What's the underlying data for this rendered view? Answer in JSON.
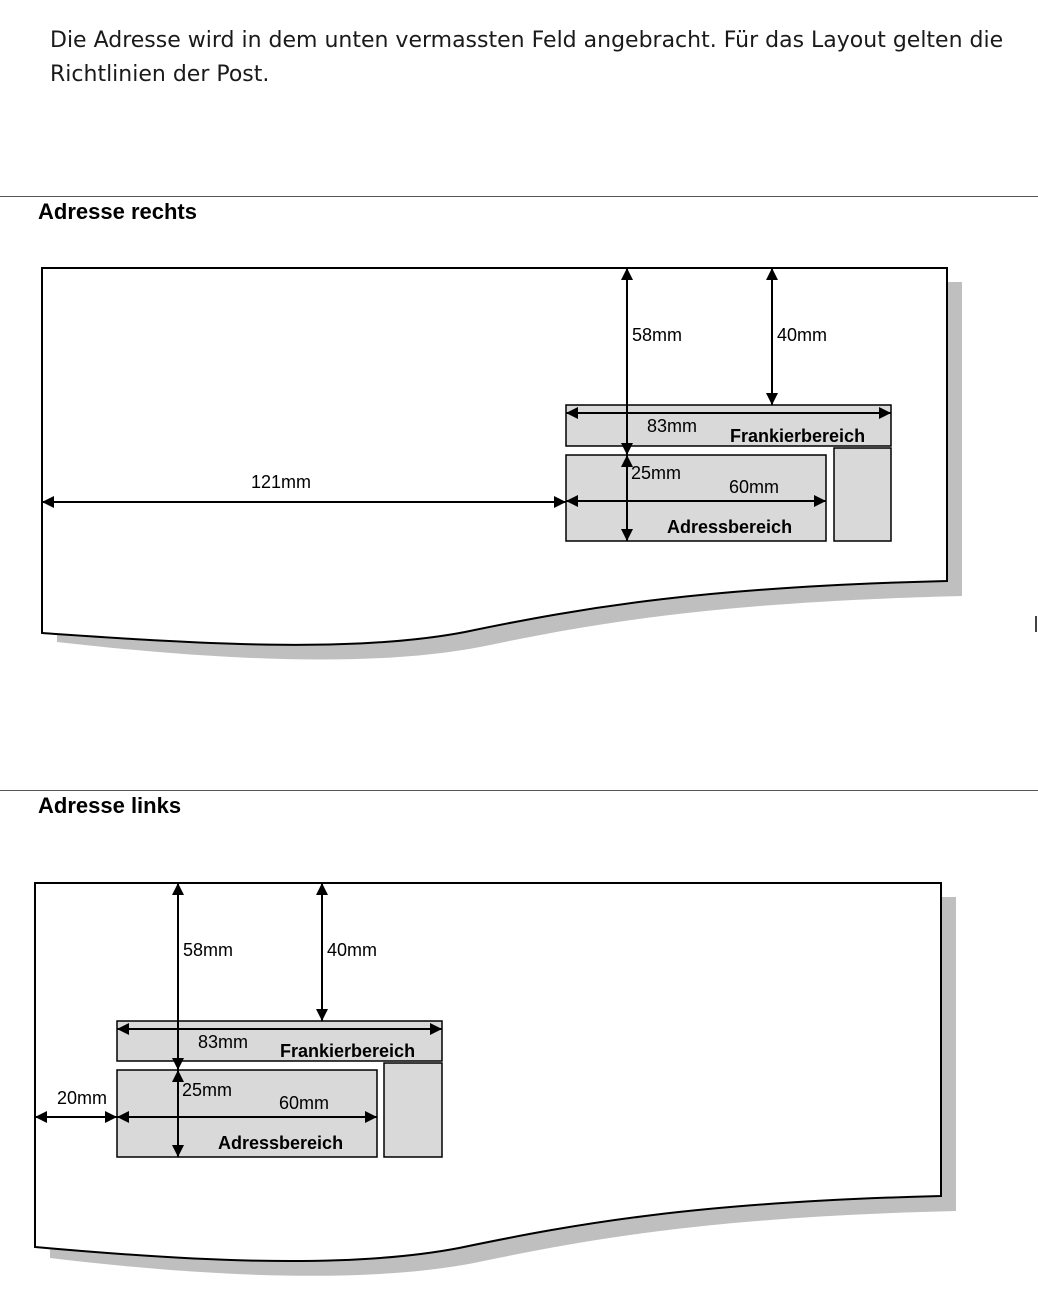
{
  "intro": {
    "line1": "Die Adresse wird in dem unten vermassten Feld angebracht. Für das Layout gelten die",
    "line2": "Richtlinien der Post."
  },
  "sections": [
    {
      "title": "Adresse rechts",
      "labels": {
        "top_to_address": "58mm",
        "top_to_franking": "40mm",
        "franking_width": "83mm",
        "franking_area": "Frankierbereich",
        "address_height": "25mm",
        "address_width": "60mm",
        "address_area": "Adressbereich",
        "side_offset": "121mm"
      }
    },
    {
      "title": "Adresse links",
      "labels": {
        "top_to_address": "58mm",
        "top_to_franking": "40mm",
        "franking_width": "83mm",
        "franking_area": "Frankierbereich",
        "address_height": "25mm",
        "address_width": "60mm",
        "address_area": "Adressbereich",
        "side_offset": "20mm"
      }
    }
  ],
  "colors": {
    "box_fill": "#d9d9d9",
    "shadow": "#bfbfbf",
    "line": "#000000"
  }
}
